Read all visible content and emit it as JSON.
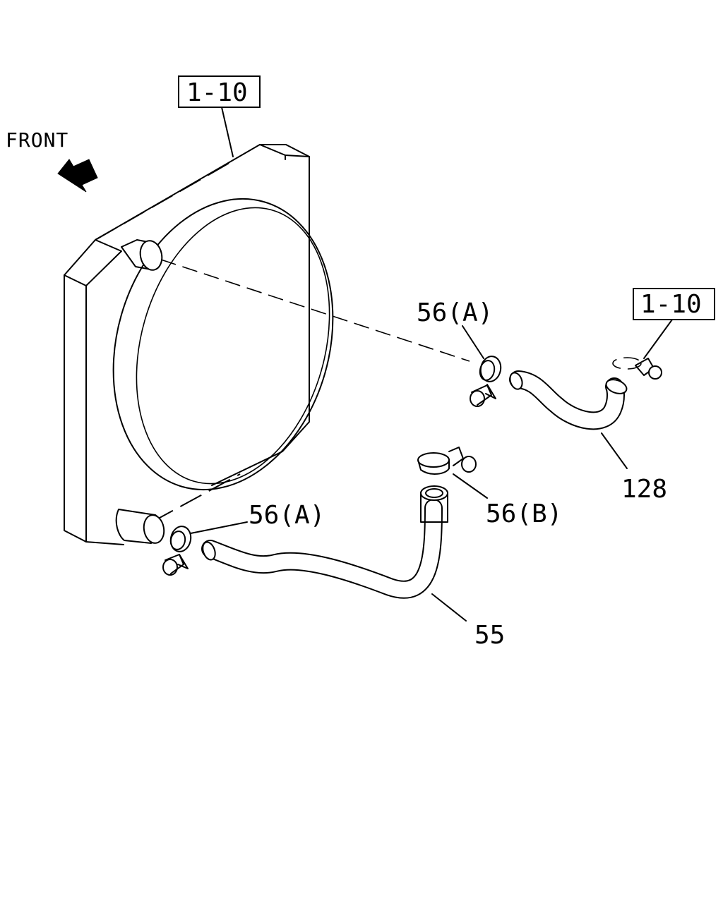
{
  "orientation": {
    "front_label": "FRONT",
    "arrow_icon": "front-arrow-icon"
  },
  "callouts": {
    "ref_top": "1-10",
    "ref_right": "1-10",
    "clamp_upper": "56(A)",
    "clamp_lower": "56(A)",
    "clamp_b": "56(B)",
    "upper_hose": "128",
    "lower_hose": "55"
  }
}
